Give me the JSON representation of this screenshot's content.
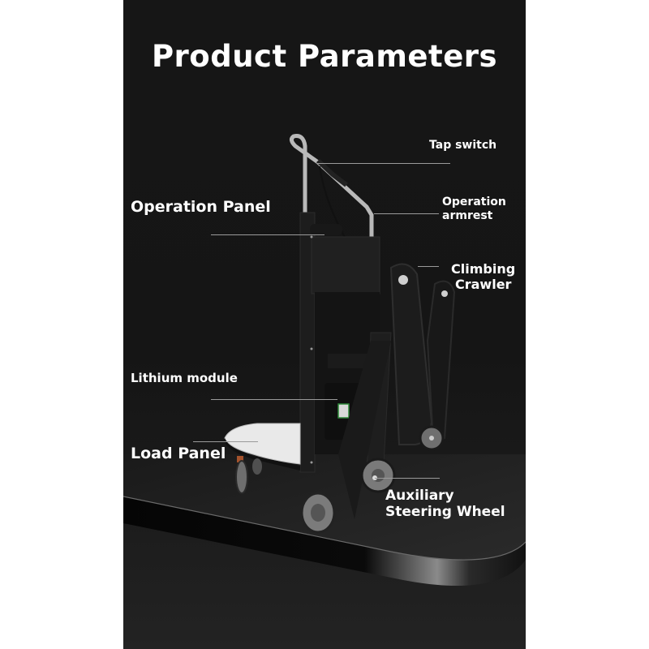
{
  "page": {
    "title": "Product Parameters",
    "background_color": "#161616",
    "text_color": "#ffffff",
    "leader_color": "#9a9a9a"
  },
  "callouts": [
    {
      "id": "tap-switch",
      "lines": [
        "Tap switch"
      ]
    },
    {
      "id": "operation-armrest",
      "lines": [
        "Operation",
        "armrest"
      ]
    },
    {
      "id": "operation-panel",
      "lines": [
        "Operation Panel"
      ]
    },
    {
      "id": "climbing-crawler",
      "lines": [
        "Climbing",
        "Crawler"
      ]
    },
    {
      "id": "lithium-module",
      "lines": [
        "Lithium module"
      ]
    },
    {
      "id": "load-panel",
      "lines": [
        "Load Panel"
      ]
    },
    {
      "id": "auxiliary-steering-wheel",
      "lines": [
        "Auxiliary",
        "Steering Wheel"
      ]
    }
  ],
  "image": {
    "subject": "stair-climbing hand truck with crawler tracks",
    "caption": ""
  }
}
